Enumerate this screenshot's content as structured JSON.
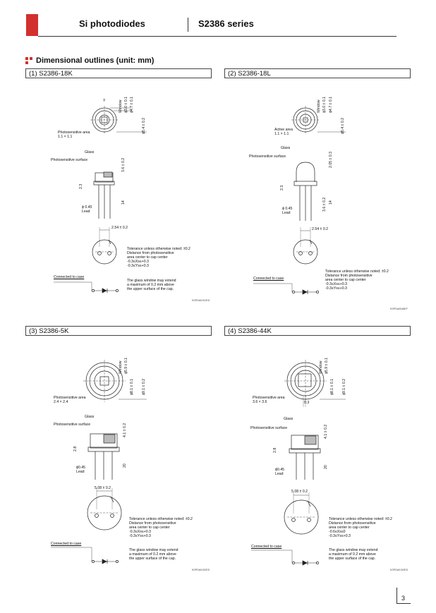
{
  "header": {
    "product_type": "Si photodiodes",
    "series": "S2386 series"
  },
  "section_title": "Dimensional outlines (unit: mm)",
  "panels": [
    {
      "heading": "(1) S2386-18K",
      "window": "Window",
      "window_dim": "ϕ3.0 ± 0.1",
      "cap_dim": "ϕ4.7 ± 0.1",
      "body_dim": "ϕ5.4 ± 0.2",
      "area_label": "Photosensitive area",
      "area_size": "1.1 × 1.1",
      "glass": "Glass",
      "surface": "Photosensitive surface",
      "height_dim": "3.6 ± 0.2",
      "side_dim": "2.3",
      "lead_len": "14",
      "lead_dia": "ϕ 0.45",
      "lead": "Lead",
      "pitch": "2.54 ± 0.2",
      "tolerance": [
        "Tolerance unless otherwise noted: ±0.2",
        "Distance from photosensitive",
        "area center to cap center",
        "-0.3≤Xs≤+0.3",
        "-0.3≤Ys≤+0.3"
      ],
      "glass_note": [
        "The glass window may extend",
        "a maximum of 0.2 mm above",
        "the upper surface of the cap."
      ],
      "case": "Connected to case",
      "code": "KSPDA0191ED"
    },
    {
      "heading": "(2) S2386-18L",
      "window": "Window",
      "window_dim": "ϕ3.0 ± 0.1",
      "cap_dim": "ϕ4.7 ± 0.1",
      "body_dim": "ϕ5.4 ± 0.2",
      "area_label": "Active area",
      "area_size": "1.1 × 1.1",
      "glass": "Glass",
      "surface": "Photosensitive surface",
      "height_dim": "2.05 ± 0.3",
      "side_dim": "2.3",
      "height_dim2": "3.6 ± 0.2",
      "lead_len": "14",
      "lead_dia": "ϕ 0.45",
      "lead": "Lead",
      "pitch": "2.54 ± 0.2",
      "tolerance": [
        "Tolerance unless otherwise noted: ±0.2",
        "Distance from photosensitive",
        "area center to cap center",
        "-0.3≤Xs≤+0.3",
        "-0.3≤Ys≤+0.3"
      ],
      "case": "Connected to case",
      "code": "KSPDA0048EF"
    },
    {
      "heading": "(3) S2386-5K",
      "window": "Window",
      "window_dim": "ϕ5.9 ± 0.1",
      "cap_dim": "ϕ8.1 ± 0.1",
      "body_dim": "ϕ9.1 ± 0.2",
      "area_label": "Photosensitive area",
      "area_size": "2.4 × 2.4",
      "glass": "Glass",
      "surface": "Photosensitive surface",
      "height_dim": "4.1 ± 0.2",
      "side_dim": "2.8",
      "lead_len": "20",
      "lead_dia": "ϕ0.45",
      "lead": "Lead",
      "pitch": "5.08 ± 0.2",
      "tolerance": [
        "Tolerance unless otherwise noted: ±0.2",
        "Distance from photosensitive",
        "area center to cap center",
        "-0.3≤Xs≤+0.3",
        "-0.3≤Ys≤+0.3"
      ],
      "glass_note": [
        "The glass window may extend",
        "a maximum of 0.2 mm above",
        "the upper surface of the cap."
      ],
      "case": "Connected to case",
      "code": "KSPDA0192ED"
    },
    {
      "heading": "(4) S2386-44K",
      "window": "Window",
      "window_dim": "ϕ5.9 ± 0.1",
      "cap_dim": "ϕ8.1 ± 0.1",
      "body_dim": "ϕ9.1 ± 0.2",
      "area_label": "Photosensitive area",
      "area_size": "3.6 × 3.6",
      "offset": "0.3",
      "glass": "Glass",
      "surface": "Photosensitive surface",
      "height_dim": "4.1 ± 0.2",
      "side_dim": "2.8",
      "lead_len": "20",
      "lead_dia": "ϕ0.45",
      "lead": "Lead",
      "pitch": "5.08 ± 0.2",
      "tolerance": [
        "Tolerance unless otherwise noted: ±0.2",
        "Distance from photosensitive",
        "area center to cap center",
        "-0.6≤Xs≤0",
        "-0.3≤Ys≤+0.3"
      ],
      "glass_note": [
        "The glass window may extend",
        "a maximum of 0.2 mm above",
        "the upper surface of the cap."
      ],
      "case": "Connected to case",
      "code": "KSPDA0193ED"
    }
  ],
  "page_number": "3"
}
